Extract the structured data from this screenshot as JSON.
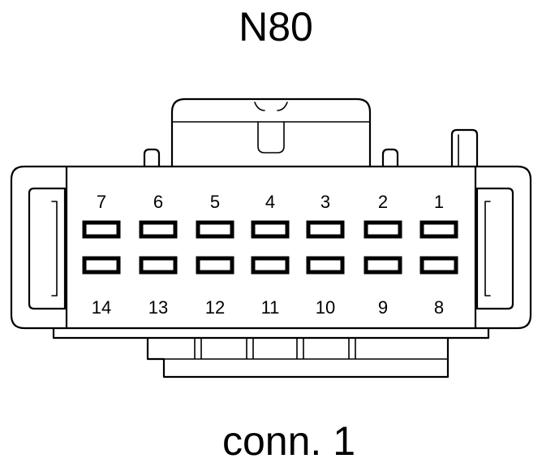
{
  "title": "N80",
  "caption": "conn. 1",
  "connector": {
    "top_row_pins": [
      "7",
      "6",
      "5",
      "4",
      "3",
      "2",
      "1"
    ],
    "bottom_row_pins": [
      "14",
      "13",
      "12",
      "11",
      "10",
      "9",
      "8"
    ]
  }
}
